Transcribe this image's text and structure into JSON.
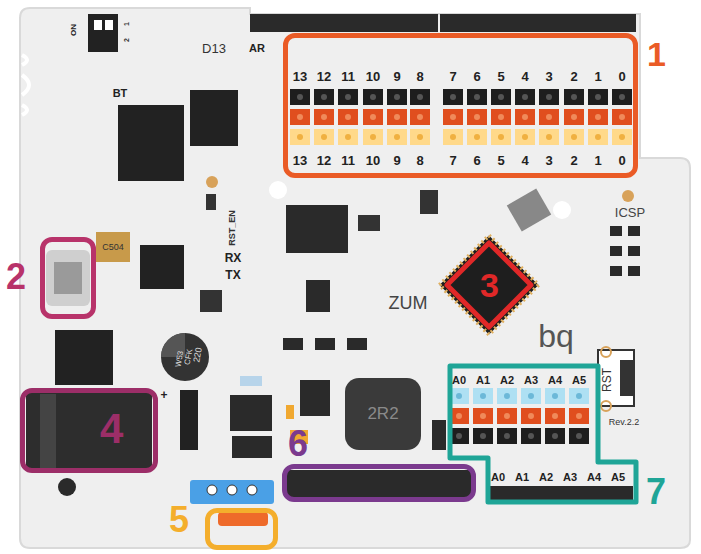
{
  "diagram": {
    "nodes": [
      {
        "text": [
          "1"
        ]
      },
      {
        "text": [
          "2"
        ]
      },
      {
        "text": [
          "3"
        ]
      },
      {
        "text": [
          "4"
        ]
      },
      {
        "text": [
          "5"
        ]
      },
      {
        "text": [
          "6"
        ]
      },
      {
        "text": [
          "7"
        ]
      }
    ],
    "labels": [
      "ON",
      "1",
      "2",
      "D13",
      "AR",
      "BT",
      "13",
      "12",
      "11",
      "10",
      "9",
      "8",
      "7",
      "6",
      "5",
      "4",
      "3",
      "2",
      "1",
      "0",
      "13",
      "12",
      "11",
      "10",
      "9",
      "8",
      "7",
      "6",
      "5",
      "4",
      "3",
      "2",
      "1",
      "0",
      "C504",
      "RST_EN",
      "RX",
      "TX",
      "ZUM",
      "bq",
      "ICSP",
      "RST",
      "Rev.2.2",
      "220",
      "CFK",
      "W53",
      "+",
      "2R2",
      "A0",
      "A1",
      "A2",
      "A3",
      "A4",
      "A5",
      "A0",
      "A1",
      "A2",
      "A3",
      "A4",
      "A5"
    ]
  }
}
